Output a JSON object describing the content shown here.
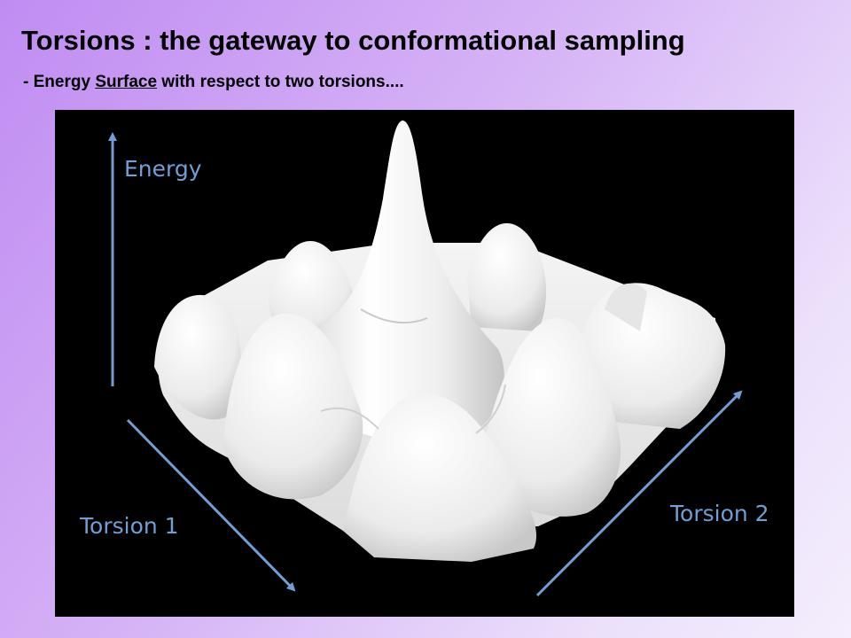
{
  "slide": {
    "title": "Torsions : the gateway to conformational sampling",
    "subtitle_prefix": "- Energy ",
    "subtitle_link": "Surface",
    "subtitle_suffix": " with respect to two torsions...."
  },
  "figure": {
    "axis_labels": {
      "energy": "Energy",
      "torsion1": "Torsion 1",
      "torsion2": "Torsion 2"
    },
    "colors": {
      "background": "#000000",
      "axis": "#6f9fd4",
      "surface": "#f2f2f2"
    }
  }
}
